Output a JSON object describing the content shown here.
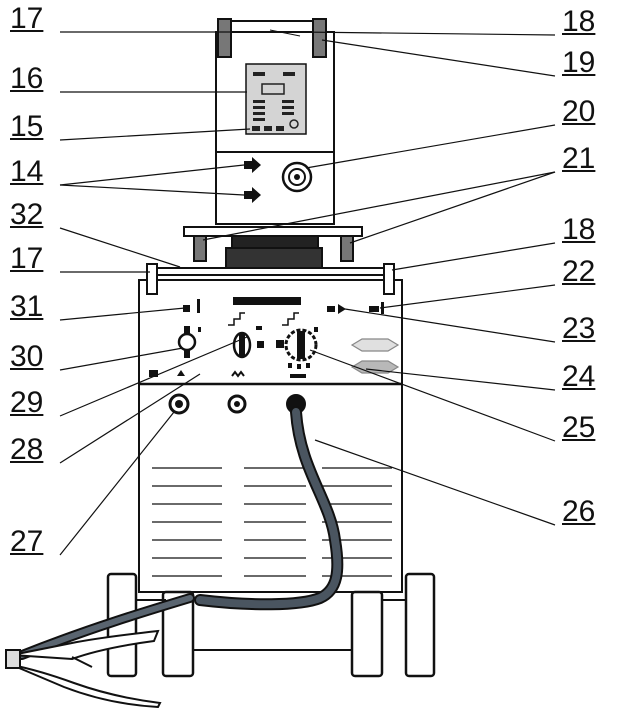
{
  "labels": {
    "l17a": "17",
    "l16": "16",
    "l15": "15",
    "l14": "14",
    "l32": "32",
    "l17b": "17",
    "l31": "31",
    "l30": "30",
    "l29": "29",
    "l28": "28",
    "l27": "27",
    "l18a": "18",
    "l19": "19",
    "l20": "20",
    "l21": "21",
    "l18b": "18",
    "l22": "22",
    "l23": "23",
    "l24": "24",
    "l25": "25",
    "l26": "26"
  },
  "colors": {
    "line": "#111111",
    "cable": "#4a5560",
    "panel": "#d4d4d4"
  }
}
